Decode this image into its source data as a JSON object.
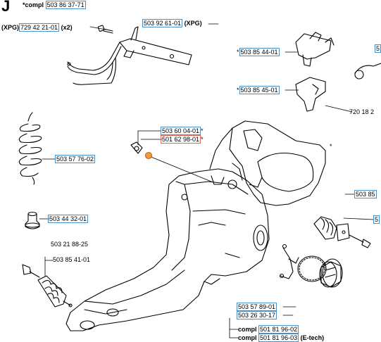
{
  "section_letter": "J",
  "header": {
    "prefix": "*compl",
    "part": "503 86 37-71"
  },
  "labels": {
    "xpg_left_prefix": "(XPG)",
    "xpg_left_part": "729 42 21-01",
    "xpg_left_suffix": "(x2)",
    "bracket_part": "503 92 61-01",
    "bracket_suffix": "(XPG)",
    "clip_top_star": "*",
    "clip_top_part": "503 85 44-01",
    "clip_top_edge": "5",
    "clip_mid_star": "*",
    "clip_mid_part": "503 85 45-01",
    "bolt_right_part": "720 18 2",
    "screw_part": "503 60 04-01",
    "screw_star": "*",
    "nut_part": "501 62 98-01",
    "nut_star": "*",
    "body_star": "*",
    "spring_part": "503 57 76-02",
    "right_mid_part": "503 85",
    "right_low_edge": "5",
    "damper_part": "503 44 32-01",
    "plain_part": "503 21 88-25",
    "spring_assy_part": "503 85 41-01",
    "lower_right_1": "503 57 89-01",
    "lower_right_2": "503 26 30-17",
    "compl_1_prefix": "compl",
    "compl_1_part": "501 81 96-02",
    "compl_2_prefix": "compl",
    "compl_2_part": "501 81 96-03",
    "compl_2_suffix": "(E-tech)"
  }
}
